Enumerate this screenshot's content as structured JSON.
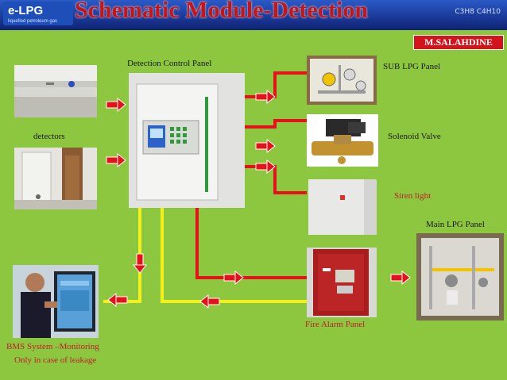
{
  "header": {
    "logo_text": "e-LPG",
    "logo_tagline": "liquefied petroleum gas",
    "title": "Schematic Module-Detection",
    "formula_text": "C3H8 C4H10"
  },
  "author": "M.SALAHDINE",
  "labels": {
    "detection_control_panel": "Detection Control Panel",
    "sub_lpg_panel": "SUB LPG Panel",
    "detectors": "detectors",
    "solenoid_valve": "Solenoid Valve",
    "siren_light": "Siren light",
    "main_lpg_panel": "Main LPG Panel",
    "fire_alarm_panel": "Fire Alarm Panel",
    "bms_line1": "BMS System –Monitoring",
    "bms_line2": "Only in case of leakage"
  },
  "colors": {
    "background": "#8dc63f",
    "header_blue": "#1c3a9a",
    "title_red": "#c81414",
    "red_line": "#e8101a",
    "yellow_line": "#f4f01a"
  }
}
